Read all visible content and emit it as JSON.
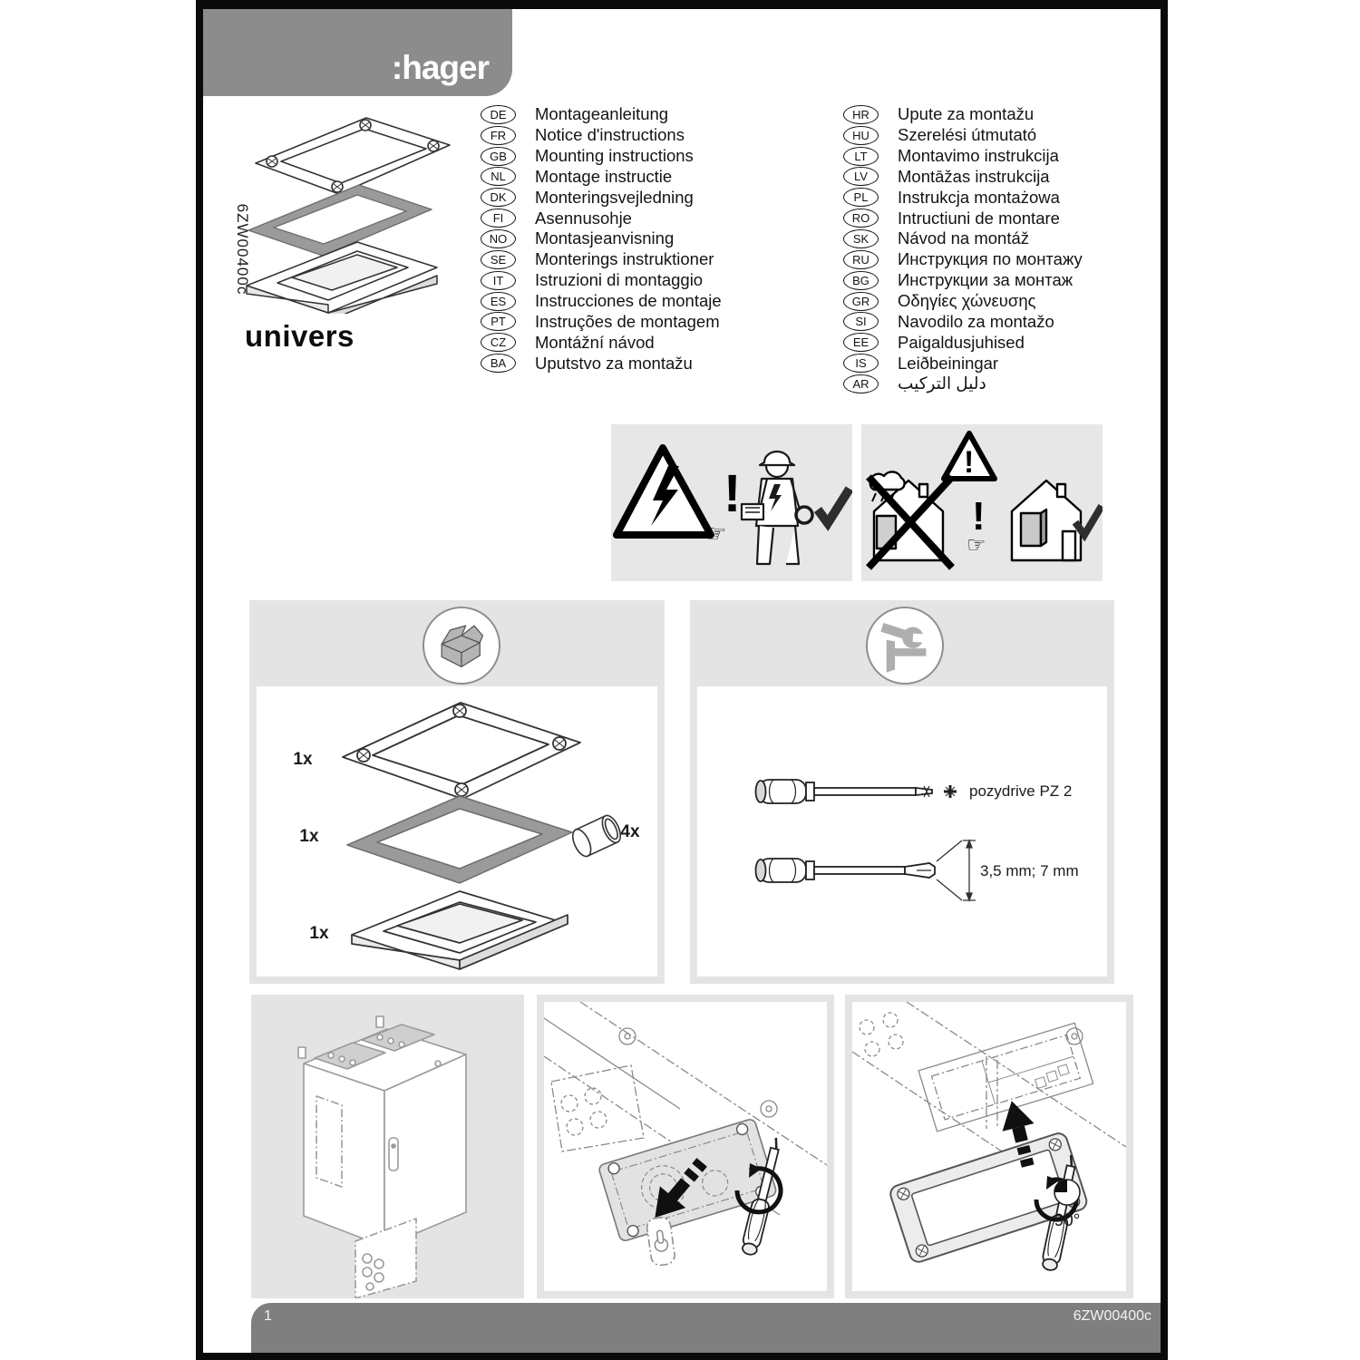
{
  "page": {
    "brand": ":hager",
    "side_code": "6ZW00400c",
    "product_name": "univers",
    "footer": {
      "page_number": "1",
      "doc_code": "6ZW00400c"
    }
  },
  "languages": {
    "left": [
      {
        "code": "DE",
        "label": "Montageanleitung"
      },
      {
        "code": "FR",
        "label": "Notice d'instructions"
      },
      {
        "code": "GB",
        "label": "Mounting instructions"
      },
      {
        "code": "NL",
        "label": "Montage instructie"
      },
      {
        "code": "DK",
        "label": "Monteringsvejledning"
      },
      {
        "code": "FI",
        "label": "Asennusohje"
      },
      {
        "code": "NO",
        "label": "Montasjeanvisning"
      },
      {
        "code": "SE",
        "label": "Monterings instruktioner"
      },
      {
        "code": "IT",
        "label": "Istruzioni di montaggio"
      },
      {
        "code": "ES",
        "label": "Instrucciones de montaje"
      },
      {
        "code": "PT",
        "label": "Instruções de montagem"
      },
      {
        "code": "CZ",
        "label": "Montážní návod"
      },
      {
        "code": "BA",
        "label": "Uputstvo za montažu"
      }
    ],
    "right": [
      {
        "code": "HR",
        "label": "Upute za montažu"
      },
      {
        "code": "HU",
        "label": "Szerelési útmutató"
      },
      {
        "code": "LT",
        "label": "Montavimo instrukcija"
      },
      {
        "code": "LV",
        "label": "Montāžas instrukcija"
      },
      {
        "code": "PL",
        "label": "Instrukcja montażowa"
      },
      {
        "code": "RO",
        "label": "Intructiuni de montare"
      },
      {
        "code": "SK",
        "label": "Návod na montáž"
      },
      {
        "code": "RU",
        "label": "Инструкция по монтажу"
      },
      {
        "code": "BG",
        "label": "Инструкции за монтаж"
      },
      {
        "code": "GR",
        "label": "Οδηγίες χώνευσης"
      },
      {
        "code": "SI",
        "label": "Navodilo za montažo"
      },
      {
        "code": "EE",
        "label": "Paigaldusjuhised"
      },
      {
        "code": "IS",
        "label": "Leiðbeiningar"
      },
      {
        "code": "AR",
        "label": "دليل التركيب"
      }
    ]
  },
  "contents_panel": {
    "icon": "open-box-icon",
    "quantities": {
      "cover_frame": "1x",
      "gasket": "1x",
      "sleeve": "4x",
      "base_unit": "1x"
    }
  },
  "tools_panel": {
    "icon": "tools-icon",
    "tools": [
      {
        "label": "pozydrive PZ 2"
      },
      {
        "label": "3,5 mm; 7 mm"
      }
    ]
  },
  "steps": {
    "rotation": "90°"
  },
  "icons": [
    "hager-logo",
    "open-box-icon",
    "tools-icon",
    "electrical-hazard-icon",
    "warning-icon",
    "pointing-hand-icon",
    "checkmark-icon",
    "quarter-turn-icon"
  ],
  "colors": {
    "header_gray": "#8c8c8c",
    "footer_gray": "#7f7f7f",
    "panel_gray": "#e4e4e4",
    "warning_gray": "#e7e7e7",
    "gasket_gray": "#9a9a9a"
  }
}
